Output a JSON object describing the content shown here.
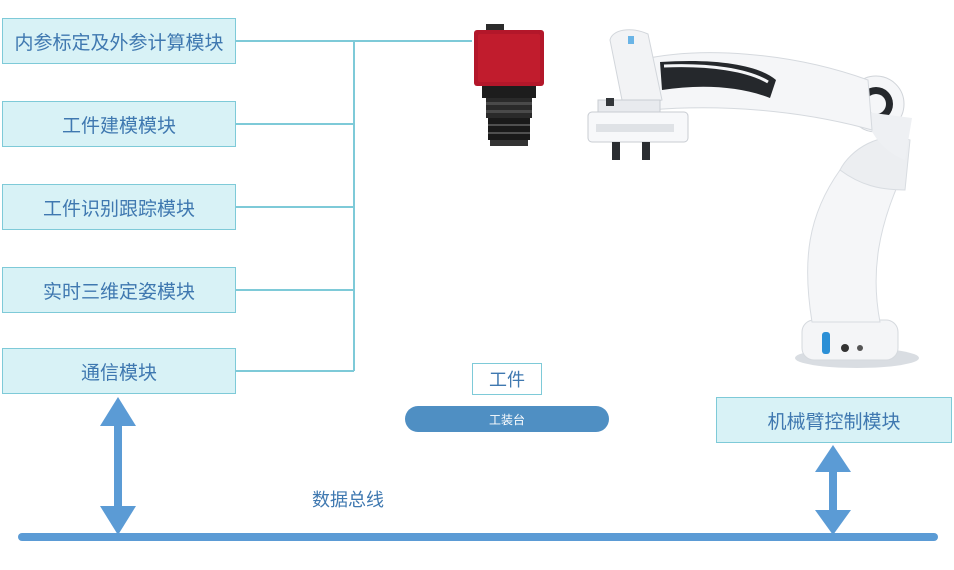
{
  "modules": [
    "内参标定及外参计算模块",
    "工件建模模块",
    "工件识别跟踪模块",
    "实时三维定姿模块",
    "通信模块"
  ],
  "arm_module": "机械臂控制模块",
  "workpiece": "工件",
  "workbench": "工装台",
  "bus_label": "数据总线",
  "colors": {
    "box_fill": "#d8f2f6",
    "box_border": "#7ecad8",
    "text": "#3f78b0",
    "bus": "#5b9bd5",
    "camera_red": "#b3172a"
  },
  "icons": [
    "industrial-camera-icon",
    "robot-arm-icon"
  ]
}
